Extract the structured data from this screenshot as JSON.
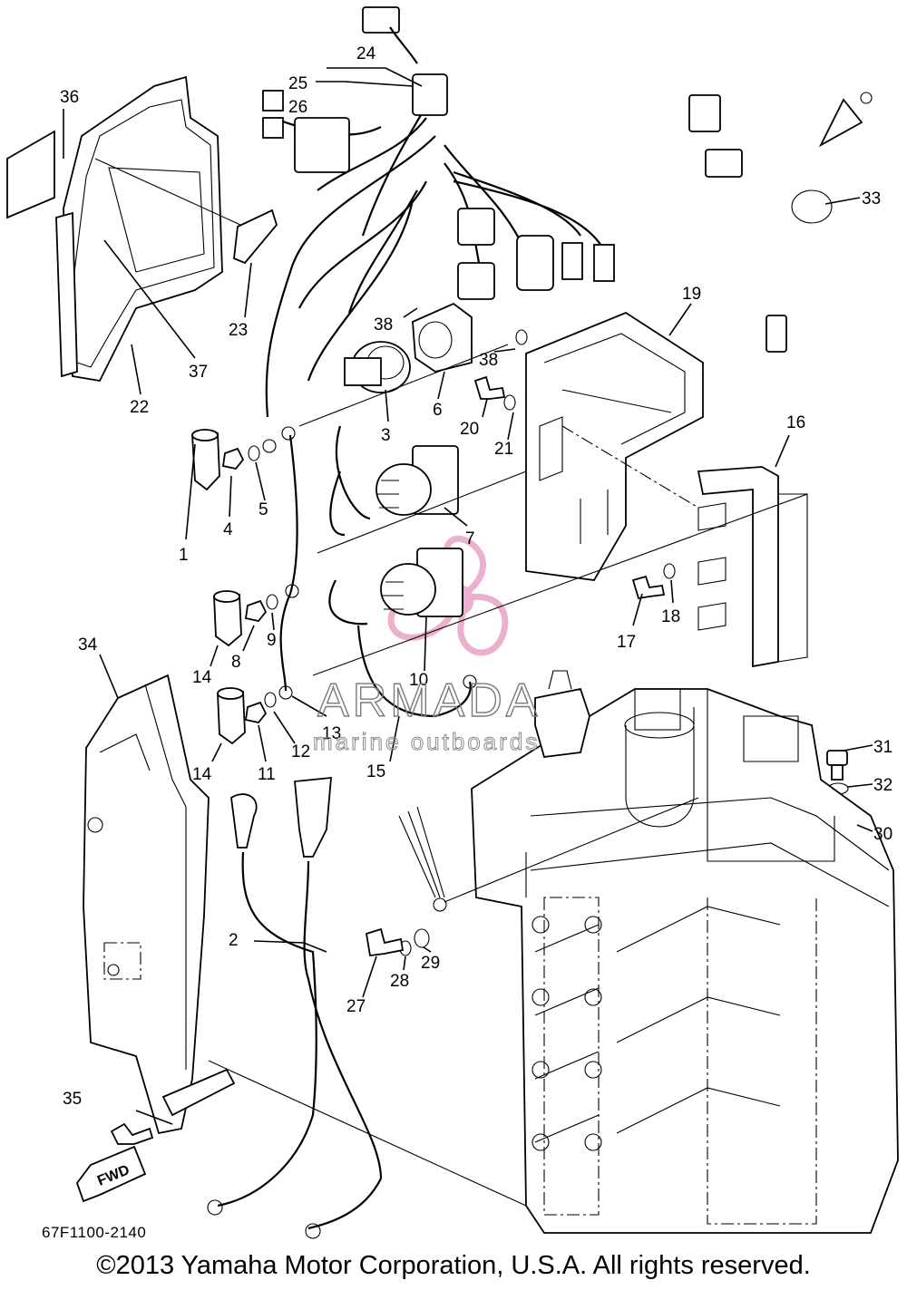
{
  "callouts": [
    "1",
    "2",
    "3",
    "4",
    "5",
    "6",
    "7",
    "8",
    "9",
    "10",
    "11",
    "12",
    "13",
    "14",
    "14",
    "15",
    "16",
    "17",
    "18",
    "19",
    "20",
    "21",
    "22",
    "23",
    "24",
    "25",
    "26",
    "27",
    "28",
    "29",
    "30",
    "31",
    "32",
    "33",
    "34",
    "35",
    "36",
    "37",
    "38",
    "38"
  ],
  "watermark": {
    "brand": "ARMADA",
    "tagline": "marine outboards"
  },
  "fwd_label": "FWD",
  "diagram_code": "67F1100-2140",
  "copyright": "©2013 Yamaha Motor Corporation, U.S.A. All rights reserved.",
  "colors": {
    "line": "#000000",
    "watermark_logo": "#e9a8c8",
    "watermark_text": "#7a7a7a"
  }
}
